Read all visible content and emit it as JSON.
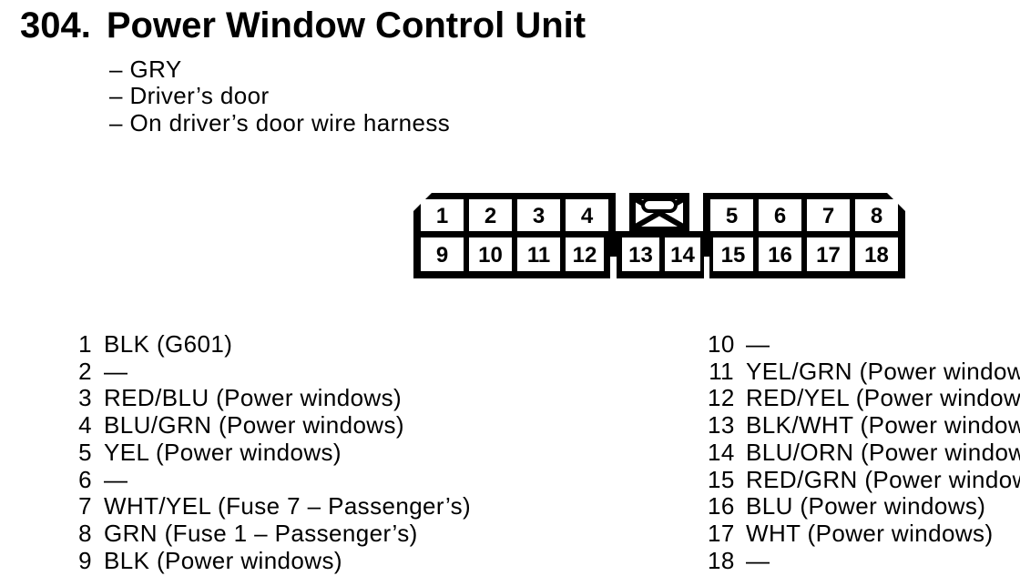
{
  "title": {
    "section_number": "304.",
    "text": "Power Window Control Unit"
  },
  "notes": [
    "– GRY",
    "– Driver’s door",
    "– On driver’s door wire harness"
  ],
  "connector": {
    "description": "18-pin connector, front view, blocked center slot with lock tab",
    "pins": [
      "1",
      "2",
      "3",
      "4",
      "5",
      "6",
      "7",
      "8",
      "9",
      "10",
      "11",
      "12",
      "13",
      "14",
      "15",
      "16",
      "17",
      "18"
    ]
  },
  "pin_table": {
    "left": [
      {
        "pin": "1",
        "label": "BLK (G601)"
      },
      {
        "pin": "2",
        "label": "—"
      },
      {
        "pin": "3",
        "label": "RED/BLU (Power windows)"
      },
      {
        "pin": "4",
        "label": "BLU/GRN (Power windows)"
      },
      {
        "pin": "5",
        "label": "YEL (Power windows)"
      },
      {
        "pin": "6",
        "label": "—"
      },
      {
        "pin": "7",
        "label": "WHT/YEL (Fuse 7 – Passenger’s)"
      },
      {
        "pin": "8",
        "label": "GRN (Fuse 1 – Passenger’s)"
      },
      {
        "pin": "9",
        "label": "BLK (Power windows)"
      }
    ],
    "right": [
      {
        "pin": "10",
        "label": "—"
      },
      {
        "pin": "11",
        "label": "YEL/GRN (Power windows)"
      },
      {
        "pin": "12",
        "label": "RED/YEL (Power windows)"
      },
      {
        "pin": "13",
        "label": "BLK/WHT (Power windows)"
      },
      {
        "pin": "14",
        "label": "BLU/ORN (Power windows)"
      },
      {
        "pin": "15",
        "label": "RED/GRN (Power windows)"
      },
      {
        "pin": "16",
        "label": "BLU (Power windows)"
      },
      {
        "pin": "17",
        "label": "WHT (Power windows)"
      },
      {
        "pin": "18",
        "label": "—"
      }
    ]
  },
  "colors": {
    "ink": "#000000",
    "paper": "#ffffff"
  }
}
